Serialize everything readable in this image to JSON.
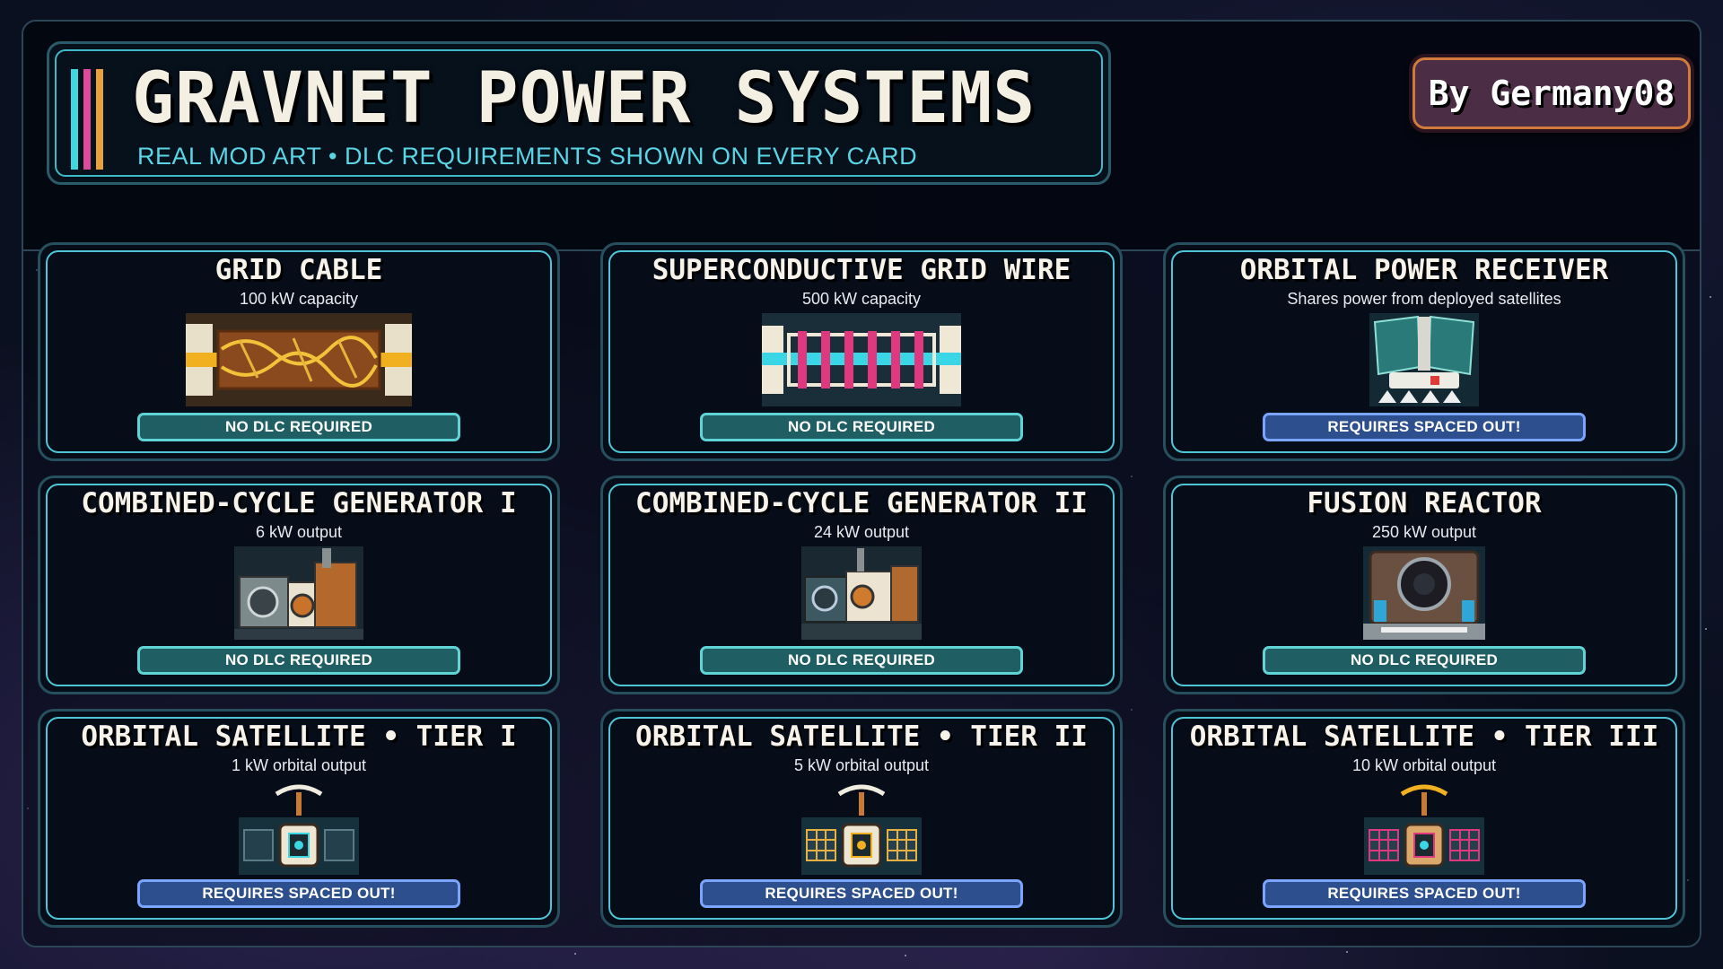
{
  "header": {
    "title": "GRAVNET POWER SYSTEMS",
    "subtitle": "REAL MOD ART • DLC REQUIREMENTS SHOWN ON EVERY CARD",
    "author": "By Germany08"
  },
  "colors": {
    "accent_cyan": "#3fb9c8",
    "stripe_1": "#3fd6e0",
    "stripe_2": "#e04a9a",
    "stripe_3": "#e8a03a",
    "nodlc_badge": "#1f5f63",
    "dlc_badge": "#2e4f8e"
  },
  "cards": [
    {
      "title": "GRID CABLE",
      "spec": "100 kW capacity",
      "badge": "NO DLC REQUIRED",
      "art": "grid-cable-icon"
    },
    {
      "title": "SUPERCONDUCTIVE GRID WIRE",
      "spec": "500 kW capacity",
      "badge": "NO DLC REQUIRED",
      "art": "superconductive-wire-icon"
    },
    {
      "title": "ORBITAL POWER RECEIVER",
      "spec": "Shares power from deployed satellites",
      "badge": "REQUIRES SPACED OUT!",
      "art": "orbital-receiver-icon"
    },
    {
      "title": "COMBINED-CYCLE GENERATOR I",
      "spec": "6 kW output",
      "badge": "NO DLC REQUIRED",
      "art": "generator-1-icon"
    },
    {
      "title": "COMBINED-CYCLE GENERATOR II",
      "spec": "24 kW output",
      "badge": "NO DLC REQUIRED",
      "art": "generator-2-icon"
    },
    {
      "title": "FUSION REACTOR",
      "spec": "250 kW output",
      "badge": "NO DLC REQUIRED",
      "art": "fusion-reactor-icon"
    },
    {
      "title": "ORBITAL SATELLITE • TIER I",
      "spec": "1 kW orbital output",
      "badge": "REQUIRES SPACED OUT!",
      "art": "satellite-tier-1-icon"
    },
    {
      "title": "ORBITAL SATELLITE • TIER II",
      "spec": "5 kW orbital output",
      "badge": "REQUIRES SPACED OUT!",
      "art": "satellite-tier-2-icon"
    },
    {
      "title": "ORBITAL SATELLITE • TIER III",
      "spec": "10 kW orbital output",
      "badge": "REQUIRES SPACED OUT!",
      "art": "satellite-tier-3-icon"
    }
  ]
}
